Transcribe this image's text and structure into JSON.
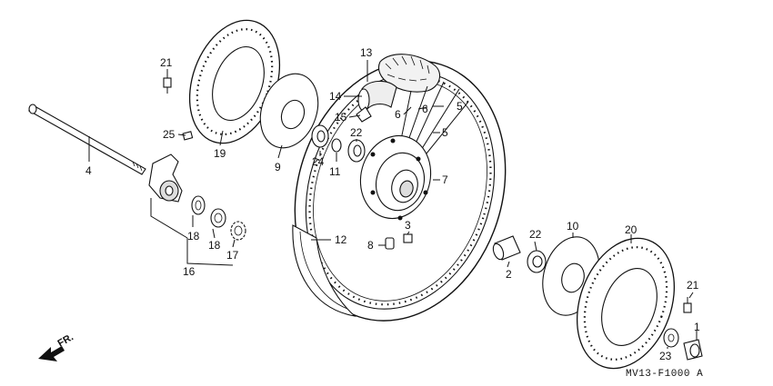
{
  "diagram": {
    "code": "MV13-F1000 A",
    "direction_label": "FR.",
    "callouts": {
      "c1": "1",
      "c2": "2",
      "c3": "3",
      "c4": "4",
      "c5a": "5",
      "c5b": "5",
      "c6a": "6",
      "c6b": "6",
      "c7": "7",
      "c8": "8",
      "c9": "9",
      "c10": "10",
      "c11": "11",
      "c12": "12",
      "c13": "13",
      "c14": "14",
      "c15": "15",
      "c16": "16",
      "c17": "17",
      "c18a": "18",
      "c18b": "18",
      "c19": "19",
      "c20": "20",
      "c21a": "21",
      "c21b": "21",
      "c22a": "22",
      "c22b": "22",
      "c23": "23",
      "c24": "24",
      "c25": "25"
    }
  }
}
